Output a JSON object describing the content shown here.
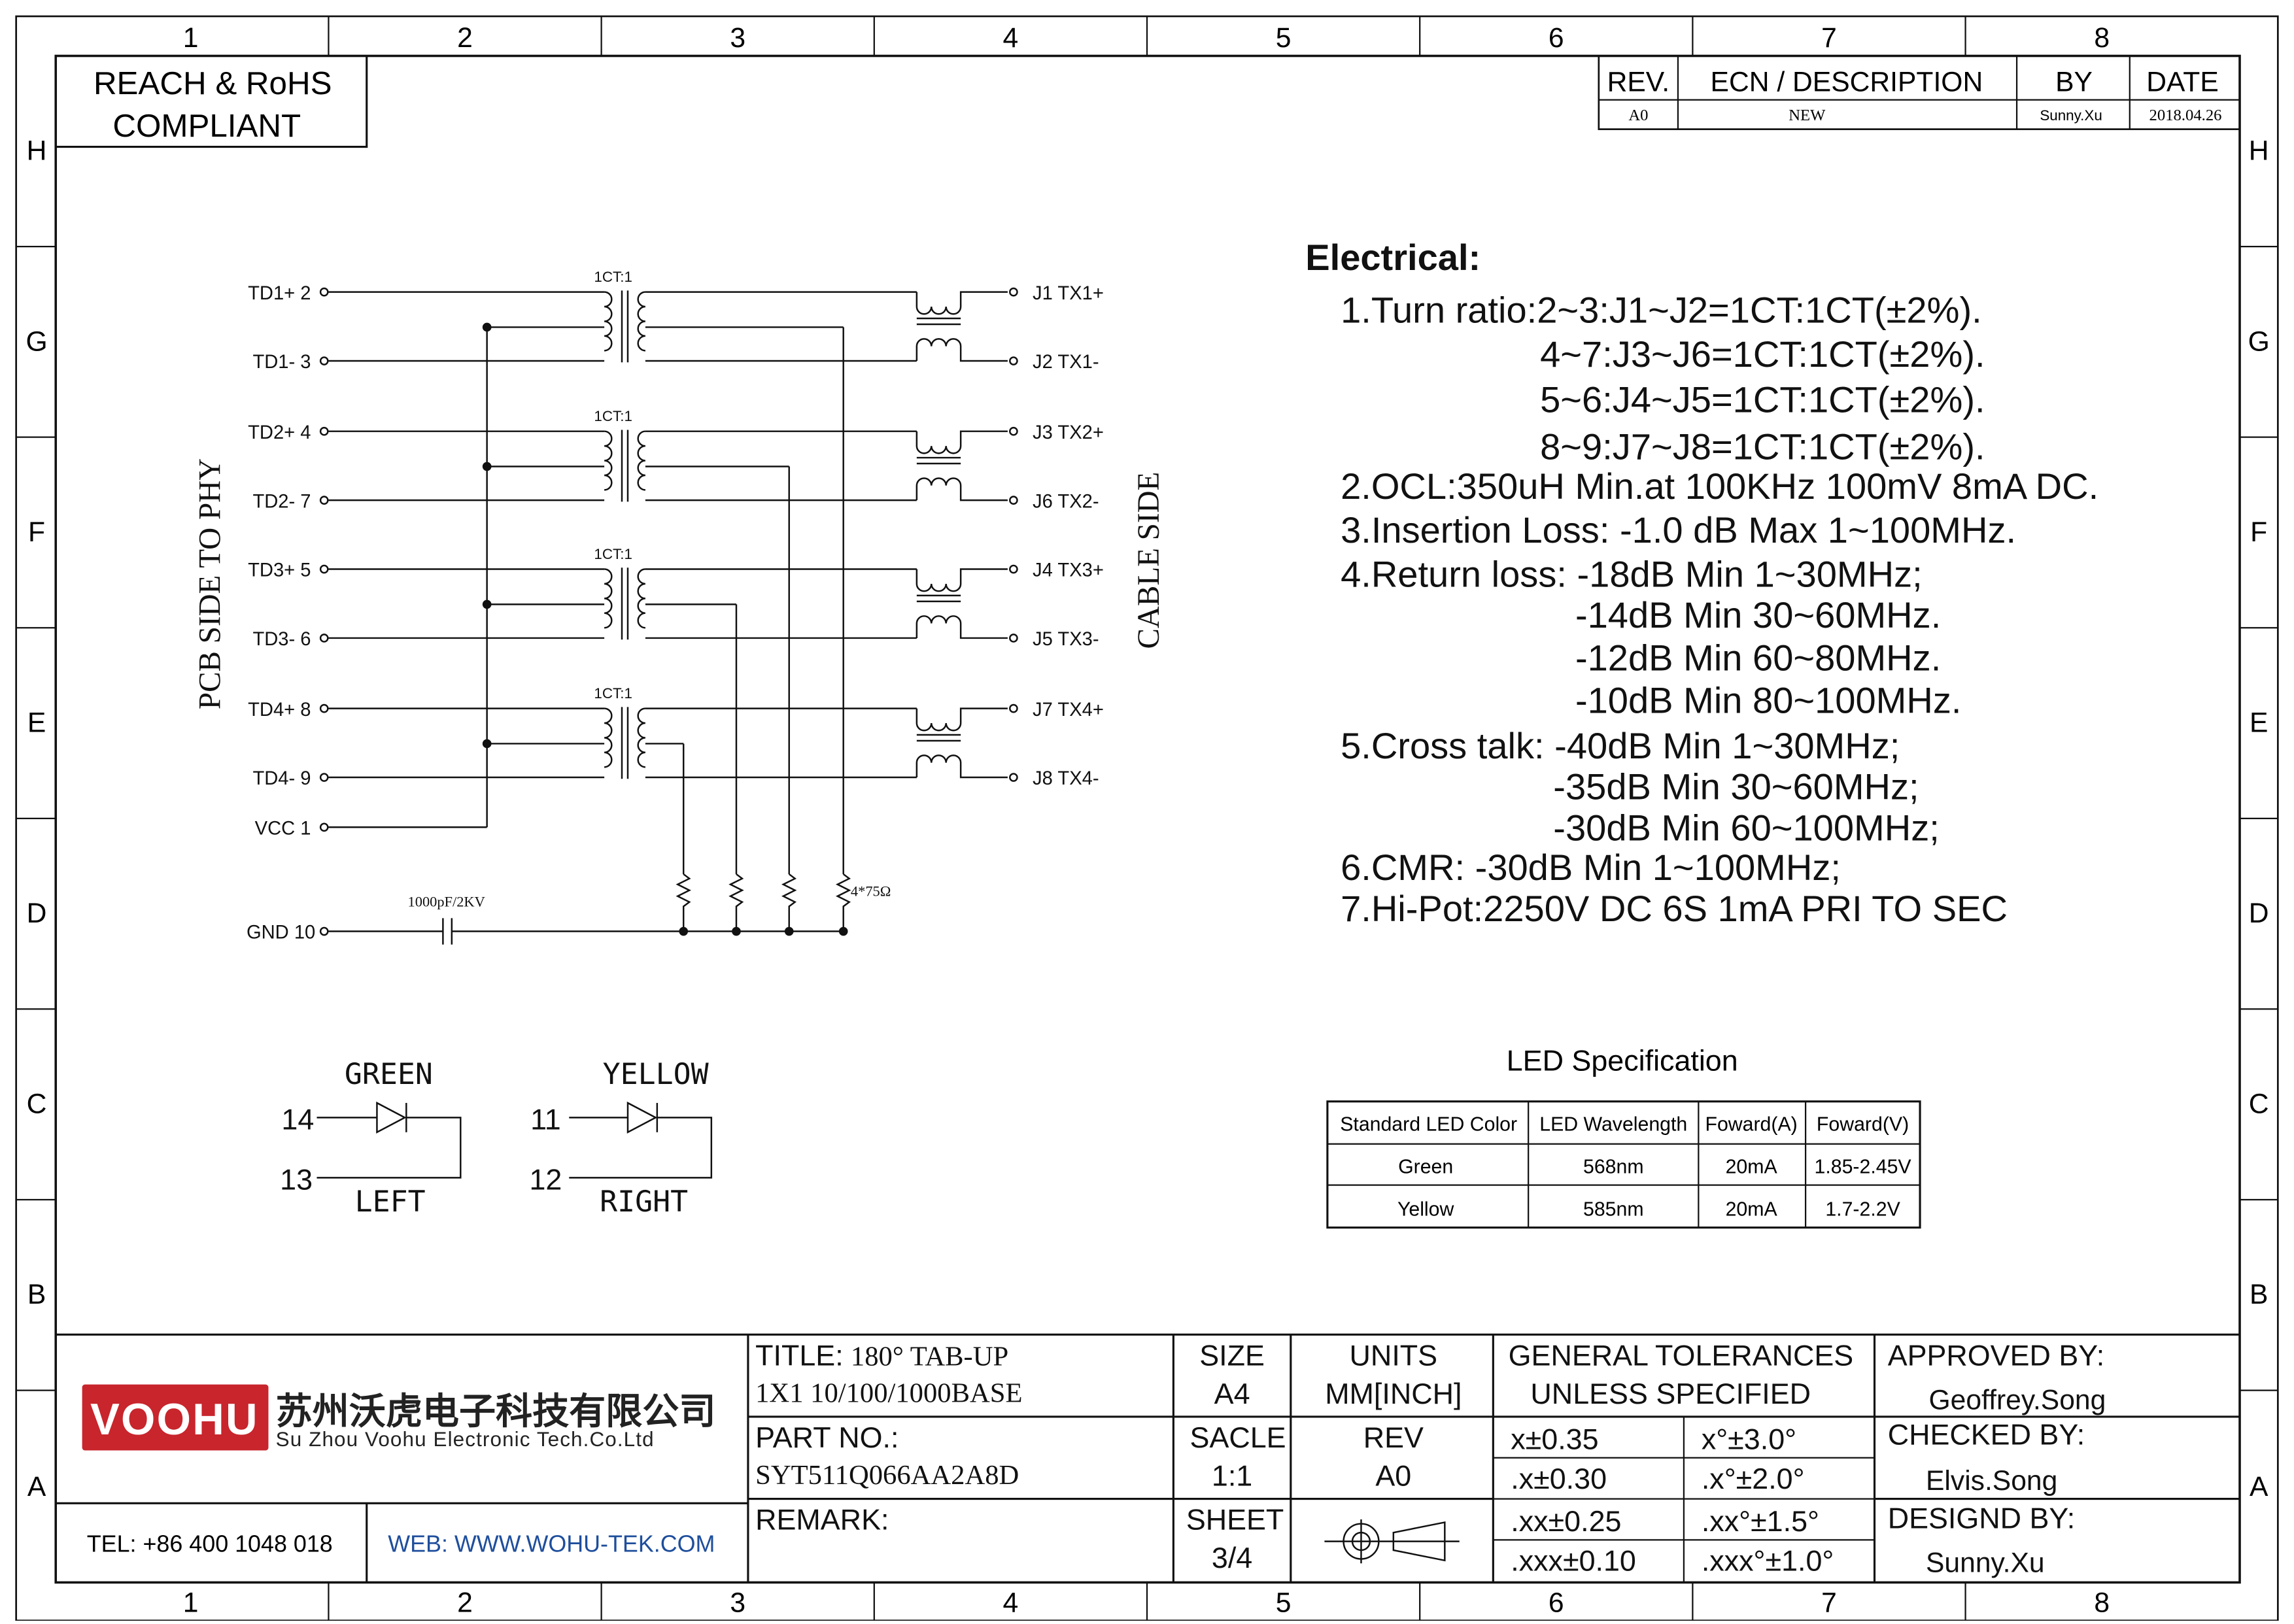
{
  "frame": {
    "col_labels": [
      "1",
      "2",
      "3",
      "4",
      "5",
      "6",
      "7",
      "8"
    ],
    "row_labels": [
      "H",
      "G",
      "F",
      "E",
      "D",
      "C",
      "B",
      "A"
    ]
  },
  "compliance": {
    "line1": "REACH & RoHS",
    "line2": "COMPLIANT"
  },
  "revision": {
    "headers": [
      "REV.",
      "ECN / DESCRIPTION",
      "BY",
      "DATE"
    ],
    "row": [
      "A0",
      "NEW",
      "Sunny.Xu",
      "2018.04.26"
    ]
  },
  "schematic": {
    "left_title": "PCB SIDE TO PHY",
    "right_title": "CABLE SIDE",
    "left_pins": [
      "TD1+ 2",
      "TD1- 3",
      "TD2+ 4",
      "TD2- 7",
      "TD3+ 5",
      "TD3- 6",
      "TD4+ 8",
      "TD4- 9",
      "VCC  1",
      "GND 10"
    ],
    "right_pins": [
      "J1  TX1+",
      "J2  TX1-",
      "J3  TX2+",
      "J6  TX2-",
      "J4  TX3+",
      "J5  TX3-",
      "J7  TX4+",
      "J8  TX4-"
    ],
    "ratio_labels": [
      "1CT:1",
      "1CT:1",
      "1CT:1",
      "1CT:1"
    ],
    "capacitor": "1000pF/2KV",
    "resistors": "4*75Ω"
  },
  "leds": {
    "left": {
      "color": "GREEN",
      "pin_a": "14",
      "pin_b": "13",
      "side": "LEFT"
    },
    "right": {
      "color": "YELLOW",
      "pin_a": "11",
      "pin_b": "12",
      "side": "RIGHT"
    }
  },
  "electrical": {
    "heading": "Electrical:",
    "lines": [
      "1.Turn ratio:2~3:J1~J2=1CT:1CT(±2%).",
      "4~7:J3~J6=1CT:1CT(±2%).",
      "5~6:J4~J5=1CT:1CT(±2%).",
      "8~9:J7~J8=1CT:1CT(±2%).",
      "2.OCL:350uH Min.at 100KHz 100mV 8mA DC.",
      "3.Insertion Loss: -1.0 dB Max 1~100MHz.",
      "4.Return loss: -18dB Min 1~30MHz;",
      "-14dB Min 30~60MHz.",
      "-12dB Min 60~80MHz.",
      "-10dB Min 80~100MHz.",
      "5.Cross talk: -40dB Min 1~30MHz;",
      "-35dB Min 30~60MHz;",
      "-30dB Min 60~100MHz;",
      "6.CMR: -30dB Min 1~100MHz;",
      "7.Hi-Pot:2250V DC 6S 1mA PRI TO SEC"
    ]
  },
  "led_spec": {
    "title": "LED Specification",
    "headers": [
      "Standard LED Color",
      "LED Wavelength",
      "Foward(A)",
      "Foward(V)"
    ],
    "rows": [
      [
        "Green",
        "568nm",
        "20mA",
        "1.85-2.45V"
      ],
      [
        "Yellow",
        "585nm",
        "20mA",
        "1.7-2.2V"
      ]
    ]
  },
  "title_block": {
    "logo_text": "VOOHU",
    "company_cn": "苏州沃虎电子科技有限公司",
    "company_en": "Su Zhou Voohu Electronic Tech.Co.Ltd",
    "tel": "TEL: +86 400 1048 018",
    "web": "WEB: WWW.WOHU-TEK.COM",
    "title_label": "TITLE:",
    "title_line1": "180° TAB-UP",
    "title_line2": "1X1 10/100/1000BASE",
    "part_label": "PART NO.:",
    "part_no": "SYT511Q066AA2A8D",
    "remark_label": "REMARK:",
    "size_label": "SIZE",
    "size_value": "A4",
    "units_label": "UNITS",
    "units_value": "MM[INCH]",
    "scale_label": "SACLE",
    "scale_value": "1:1",
    "rev_label": "REV",
    "rev_value": "A0",
    "sheet_label": "SHEET",
    "sheet_value": "3/4",
    "tol_line1": "GENERAL TOLERANCES",
    "tol_line2": "UNLESS SPECIFIED",
    "tolerances": [
      [
        "x±0.35",
        "x°±3.0°"
      ],
      [
        ".x±0.30",
        ".x°±2.0°"
      ],
      [
        ".xx±0.25",
        ".xx°±1.5°"
      ],
      [
        ".xxx±0.10",
        ".xxx°±1.0°"
      ]
    ],
    "approved_label": "APPROVED BY:",
    "approved_by": "Geoffrey.Song",
    "checked_label": "CHECKED BY:",
    "checked_by": "Elvis.Song",
    "designed_label": "DESIGND BY:",
    "designed_by": "Sunny.Xu"
  }
}
